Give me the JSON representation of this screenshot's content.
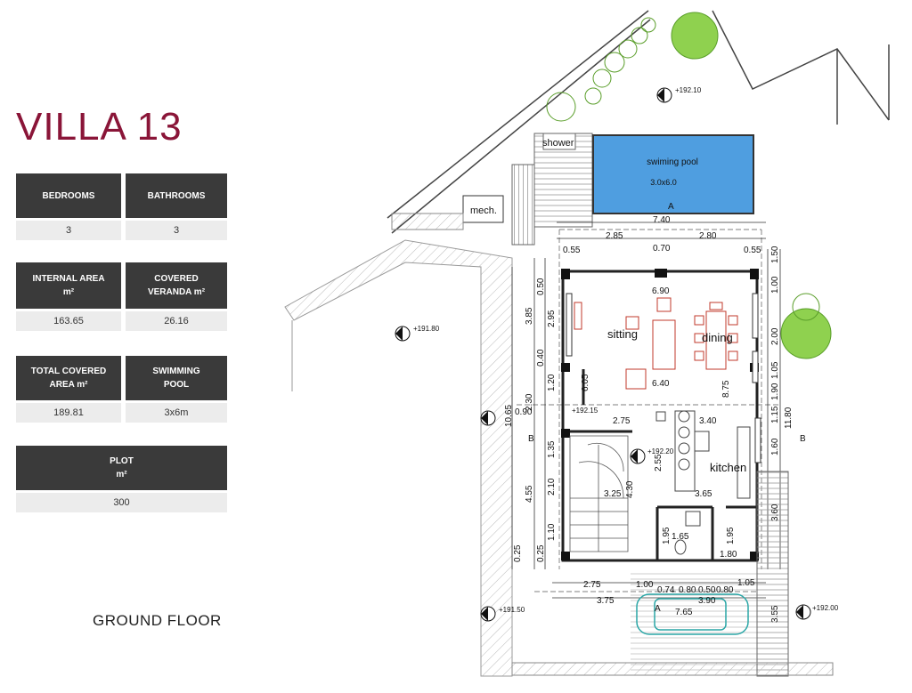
{
  "title": "VILLA 13",
  "specs": [
    {
      "label": [
        "BEDROOMS"
      ],
      "value": "3"
    },
    {
      "label": [
        "BATHROOMS"
      ],
      "value": "3"
    },
    {
      "label": [
        "INTERNAL AREA",
        "m²"
      ],
      "value": "163.65"
    },
    {
      "label": [
        "COVERED",
        "VERANDA m²"
      ],
      "value": "26.16"
    },
    {
      "label": [
        "TOTAL COVERED",
        "AREA m²"
      ],
      "value": "189.81"
    },
    {
      "label": [
        "SWIMMING",
        "POOL"
      ],
      "value": "3x6m"
    },
    {
      "label": [
        "PLOT",
        "m²"
      ],
      "value": "300"
    }
  ],
  "floor_label": "GROUND FLOOR",
  "plan": {
    "rooms": {
      "shower": "shower",
      "pool": "swiming pool",
      "pool_size": "3.0x6.0",
      "mech": "mech.",
      "sitting": "sitting",
      "dining": "dining",
      "kitchen": "kitchen"
    },
    "levels": [
      "+192.10",
      "+191.80",
      "+192.15",
      "+192.20",
      "+191.50",
      "+192.00"
    ],
    "section_marks": [
      "A",
      "A",
      "B",
      "B"
    ],
    "dimensions": [
      "7.40",
      "2.85",
      "0.70",
      "2.80",
      "0.55",
      "0.55",
      "6.90",
      "6.40",
      "6.05",
      "2.75",
      "3.40",
      "2.55",
      "4.30",
      "3.25",
      "3.65",
      "1.65",
      "1.95",
      "1.95",
      "1.80",
      "2.75",
      "1.00",
      "0.74",
      "0.80",
      "0.50",
      "0.80",
      "1.05",
      "3.75",
      "3.90",
      "7.65",
      "3.85",
      "2.95",
      "4.55",
      "2.10",
      "1.35",
      "1.20",
      "0.50",
      "0.40",
      "1.10",
      "0.25",
      "0.25",
      "0.90",
      "2.30",
      "10.65",
      "1.50",
      "1.00",
      "2.00",
      "1.05",
      "1.90",
      "1.15",
      "11.80",
      "1.60",
      "3.60",
      "3.55",
      "8.75"
    ]
  },
  "colors": {
    "accent": "#8a1538",
    "card_header": "#3a3a3a",
    "card_value": "#ececec",
    "pool": "#4f9ee0",
    "tree": "#8fd14f"
  }
}
